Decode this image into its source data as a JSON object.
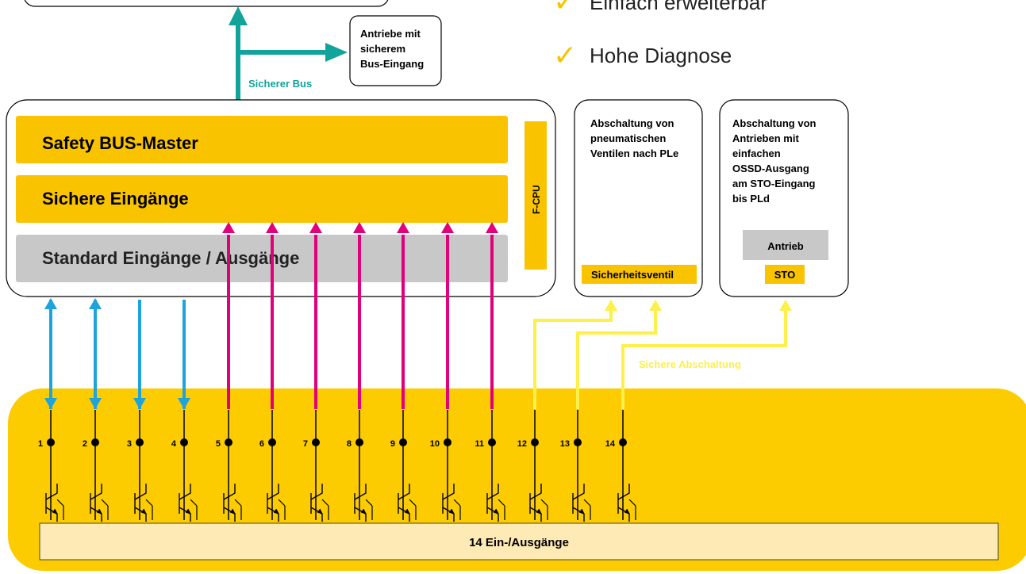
{
  "features": {
    "extendable": "Einfach erweiterbar",
    "diagnosis": "Hohe Diagnose",
    "check_color": "#f7c400"
  },
  "drives_box": {
    "line1": "Antriebe mit",
    "line2": "sicherem",
    "line3": "Bus-Eingang"
  },
  "bus_label": "Sicherer Bus",
  "controller": {
    "safety_bus_master": "Safety BUS-Master",
    "safe_inputs": "Sichere Eingänge",
    "standard_io": "Standard Eingänge / Ausgänge",
    "fcpu": "F-CPU"
  },
  "pneumatic_box": {
    "line1": "Abschaltung von",
    "line2": "pneumatischen",
    "line3": "Ventilen nach PLe",
    "badge": "Sicherheitsventil"
  },
  "sto_box": {
    "line1": "Abschaltung von",
    "line2": "Antrieben mit",
    "line3": "einfachen",
    "line4": "OSSD-Ausgang",
    "line5": "am STO-Eingang",
    "line6": "bis PLd",
    "drive_label": "Antrieb",
    "sto_badge": "STO"
  },
  "safe_shutdown_label": "Sichere Abschaltung",
  "io_module": {
    "label": "14 Ein-/Ausgänge",
    "channels": [
      "1",
      "2",
      "3",
      "4",
      "5",
      "6",
      "7",
      "8",
      "9",
      "10",
      "11",
      "12",
      "13",
      "14"
    ]
  },
  "colors": {
    "yellow": "#fccc00",
    "panel_yellow": "#f9c300",
    "light_yellow": "#fdeab4",
    "gray": "#c8c8c8",
    "teal": "#12a39a",
    "blue": "#1ea3dc",
    "magenta": "#e2007a",
    "signal_yellow": "#fdf04a"
  }
}
